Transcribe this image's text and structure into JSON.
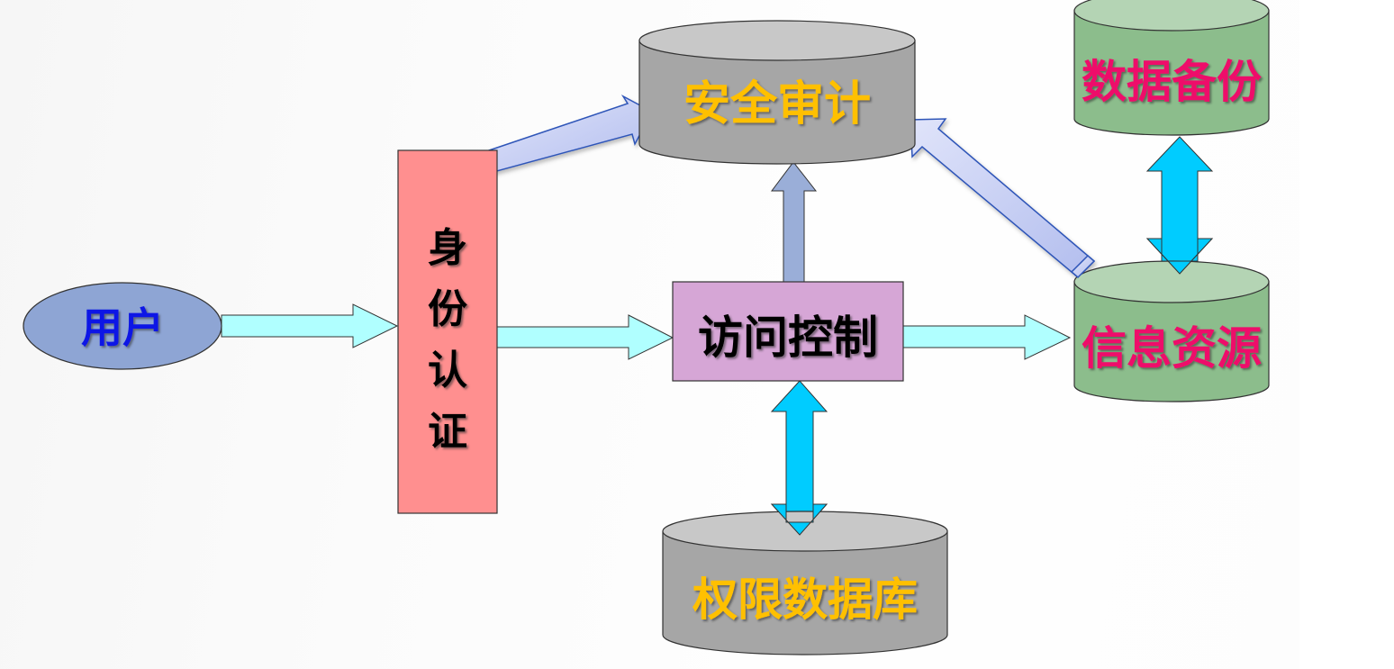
{
  "diagram": {
    "title": "",
    "nodes": {
      "user": {
        "label": "用户",
        "shape": "ellipse",
        "fill": "#8ea5d4",
        "text_color": "#0a14e6"
      },
      "auth": {
        "label": "身份认证",
        "chars": [
          "身",
          "份",
          "认",
          "证"
        ],
        "shape": "rectangle",
        "fill": "#ff8f8f",
        "text_color": "#000000"
      },
      "access": {
        "label": "访问控制",
        "shape": "rectangle",
        "fill": "#d6a6d6",
        "text_color": "#000000"
      },
      "audit": {
        "label": "安全审计",
        "shape": "cylinder",
        "fill": "#a6a6a6",
        "top_fill": "#c8c8c8",
        "text_color": "#ffc000"
      },
      "permdb": {
        "label": "权限数据库",
        "shape": "cylinder",
        "fill": "#a6a6a6",
        "top_fill": "#c8c8c8",
        "text_color": "#ffc000"
      },
      "info": {
        "label": "信息资源",
        "shape": "cylinder",
        "fill": "#8cbd8c",
        "top_fill": "#b4d4b4",
        "text_color": "#ee0a6a"
      },
      "backup": {
        "label": "数据备份",
        "shape": "cylinder",
        "fill": "#8cbd8c",
        "top_fill": "#b4d4b4",
        "text_color": "#ee0a6a"
      }
    },
    "edges": [
      {
        "from": "user",
        "to": "auth",
        "style": "block-arrow",
        "fill": "#b0ffff"
      },
      {
        "from": "auth",
        "to": "access",
        "style": "block-arrow",
        "fill": "#b0ffff"
      },
      {
        "from": "access",
        "to": "info",
        "style": "block-arrow",
        "fill": "#b0ffff"
      },
      {
        "from": "auth",
        "to": "audit",
        "style": "block-arrow",
        "fill": "#c6cdf2",
        "stroke": "#2e55b8"
      },
      {
        "from": "access",
        "to": "audit",
        "style": "block-arrow",
        "fill": "#9aaed8"
      },
      {
        "from": "info",
        "to": "audit",
        "style": "block-arrow",
        "fill": "#c6cdf2",
        "stroke": "#2e55b8"
      },
      {
        "from": "access",
        "to": "permdb",
        "style": "double-arrow",
        "fill": "#00ccff"
      },
      {
        "from": "info",
        "to": "backup",
        "style": "double-arrow",
        "fill": "#00ccff"
      }
    ]
  }
}
